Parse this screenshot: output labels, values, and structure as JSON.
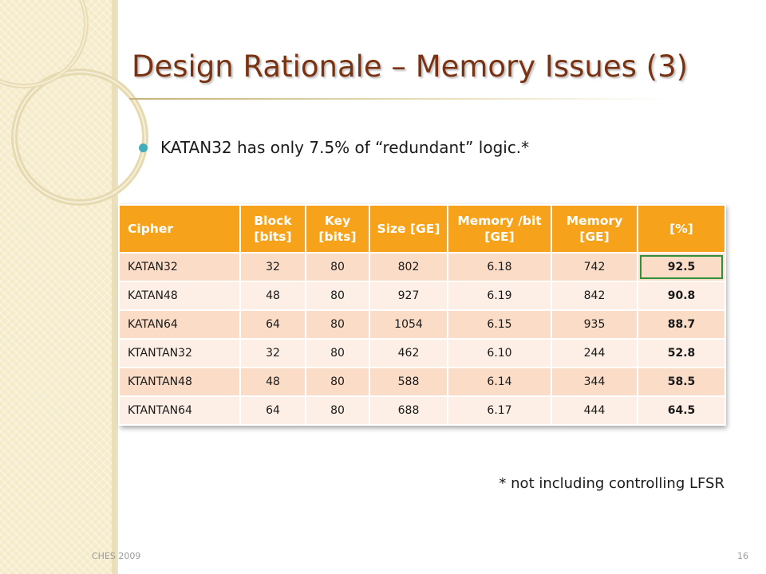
{
  "slide": {
    "title": "Design Rationale – Memory Issues (3)",
    "bullet": "KATAN32 has only 7.5% of “redundant” logic.*",
    "footnote": "* not including controlling LFSR",
    "footer_left": "CHES 2009",
    "page_number": "16"
  },
  "table": {
    "headers": [
      "Cipher",
      "Block [bits]",
      "Key [bits]",
      "Size [GE]",
      "Memory /bit [GE]",
      "Memory [GE]",
      "[%]"
    ],
    "rows": [
      [
        "KATAN32",
        "32",
        "80",
        "802",
        "6.18",
        "742",
        "92.5"
      ],
      [
        "KATAN48",
        "48",
        "80",
        "927",
        "6.19",
        "842",
        "90.8"
      ],
      [
        "KATAN64",
        "64",
        "80",
        "1054",
        "6.15",
        "935",
        "88.7"
      ],
      [
        "KTANTAN32",
        "32",
        "80",
        "462",
        "6.10",
        "244",
        "52.8"
      ],
      [
        "KTANTAN48",
        "48",
        "80",
        "588",
        "6.14",
        "344",
        "58.5"
      ],
      [
        "KTANTAN64",
        "64",
        "80",
        "688",
        "6.17",
        "444",
        "64.5"
      ]
    ]
  },
  "colors": {
    "title": "#7a3312",
    "header_bg": "#f7a21b",
    "row_odd": "#fbdcc7",
    "row_even": "#fdefe6",
    "highlight_border": "#2f8f3a",
    "bullet": "#41aeb9"
  }
}
